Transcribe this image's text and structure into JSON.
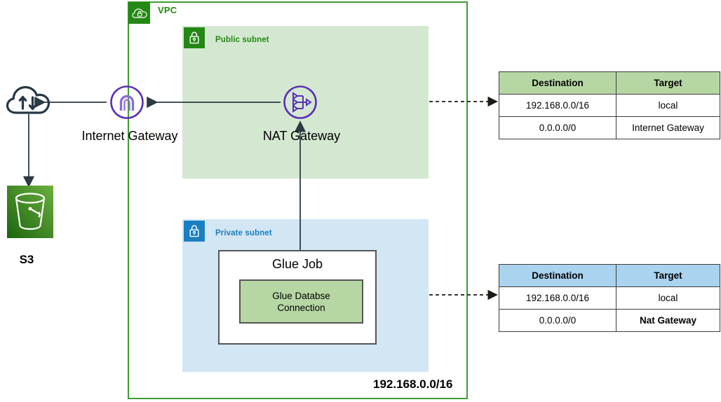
{
  "vpc": {
    "label": "VPC",
    "icon": "vpc-cloud-lock-icon",
    "cidr": "192.168.0.0/16",
    "border_color": "#3f9c35"
  },
  "subnets": {
    "public": {
      "label": "Public subnet",
      "icon": "lock-icon",
      "color": "#d4e8d1",
      "accent": "#248814"
    },
    "private": {
      "label": "Private subnet",
      "icon": "lock-icon",
      "color": "#d2e6f4",
      "accent": "#1a7fc1"
    }
  },
  "nodes": {
    "internet": {
      "label": "",
      "icon": "internet-cloud-icon"
    },
    "s3": {
      "label": "S3",
      "icon": "s3-bucket-icon",
      "color": "#3f8624"
    },
    "internet_gateway": {
      "label": "Internet Gateway",
      "icon": "internet-gateway-icon",
      "color": "#5a30b5"
    },
    "nat_gateway": {
      "label": "NAT Gateway",
      "icon": "nat-gateway-icon",
      "color": "#5a30b5"
    }
  },
  "glue_job": {
    "title": "Glue Job",
    "connection": {
      "line1": "Glue Databse",
      "line2": "Connection",
      "color": "#b6d7a4"
    }
  },
  "route_tables": [
    {
      "name": "public-route-table",
      "header_color": "#b6d7a4",
      "columns": [
        "Destination",
        "Target"
      ],
      "rows": [
        {
          "destination": "192.168.0.0/16",
          "target": "local",
          "target_bold": false
        },
        {
          "destination": "0.0.0.0/0",
          "target": "Internet Gateway",
          "target_bold": false
        }
      ]
    },
    {
      "name": "private-route-table",
      "header_color": "#a9d3ef",
      "columns": [
        "Destination",
        "Target"
      ],
      "rows": [
        {
          "destination": "192.168.0.0/16",
          "target": "local",
          "target_bold": false
        },
        {
          "destination": "0.0.0.0/0",
          "target": "Nat Gateway",
          "target_bold": true
        }
      ]
    }
  ]
}
